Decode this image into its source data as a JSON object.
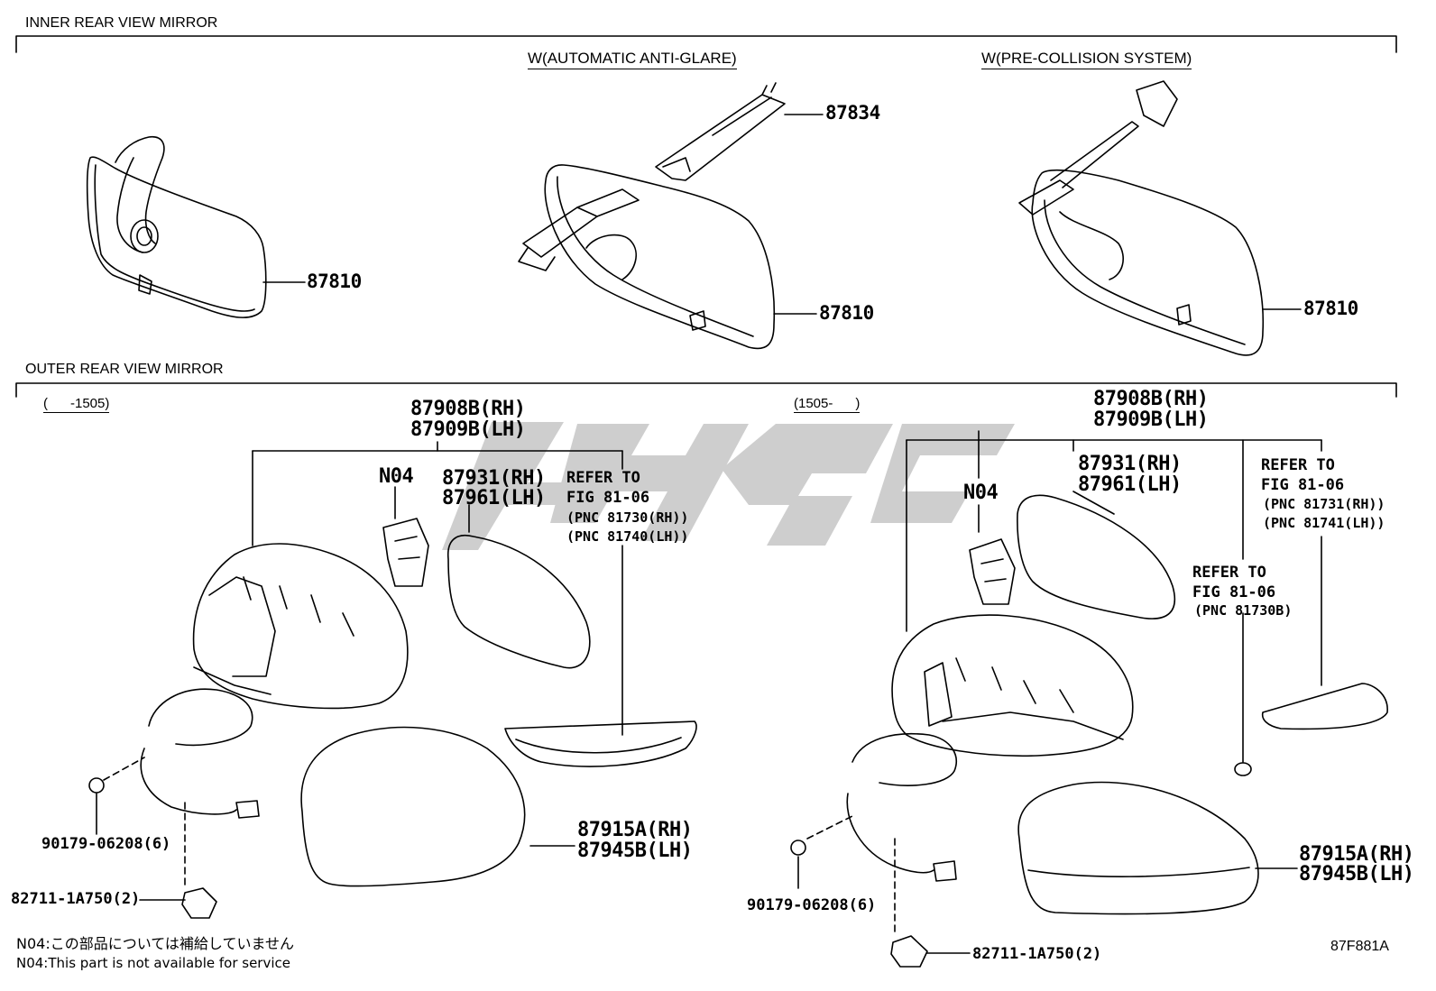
{
  "sections": {
    "inner": "INNER REAR VIEW MIRROR",
    "outer": "OUTER REAR VIEW MIRROR"
  },
  "variants": {
    "anti_glare": "W(AUTOMATIC ANTI-GLARE)",
    "pre_collision": "W(PRE-COLLISION SYSTEM)",
    "range_left": "(      -1505)",
    "range_right": "(1505-      )"
  },
  "parts": {
    "p87810_a": "87810",
    "p87810_b": "87810",
    "p87810_c": "87810",
    "p87834": "87834",
    "left_housing_rh": "87908B(RH)",
    "left_housing_lh": "87909B(LH)",
    "left_n04": "N04",
    "left_glass_rh": "87931(RH)",
    "left_glass_lh": "87961(LH)",
    "left_cover_rh": "87915A(RH)",
    "left_cover_lh": "87945B(LH)",
    "left_nut": "90179-06208(6)",
    "left_clip": "82711-1A750(2)",
    "right_housing_rh": "87908B(RH)",
    "right_housing_lh": "87909B(LH)",
    "right_n04": "N04",
    "right_glass_rh": "87931(RH)",
    "right_glass_lh": "87961(LH)",
    "right_cover_rh": "87915A(RH)",
    "right_cover_lh": "87945B(LH)",
    "right_nut": "90179-06208(6)",
    "right_clip": "82711-1A750(2)"
  },
  "refs": {
    "left_ref_1": "REFER TO",
    "left_ref_2": "FIG 81-06",
    "left_ref_3": "(PNC 81730(RH))",
    "left_ref_4": "(PNC 81740(LH))",
    "right_ref_a1": "REFER TO",
    "right_ref_a2": "FIG 81-06",
    "right_ref_a3": "(PNC 81731(RH))",
    "right_ref_a4": "(PNC 81741(LH))",
    "right_ref_b1": "REFER TO",
    "right_ref_b2": "FIG 81-06",
    "right_ref_b3": "(PNC 81730B)"
  },
  "notes": {
    "n04_jp": "N04:この部品については補給していません",
    "n04_en": "N04:This part is not available for service"
  },
  "figure_id": "87F881A",
  "watermark": "ჯ4gc",
  "colors": {
    "line": "#000000",
    "watermark": "#c8c8c8"
  }
}
